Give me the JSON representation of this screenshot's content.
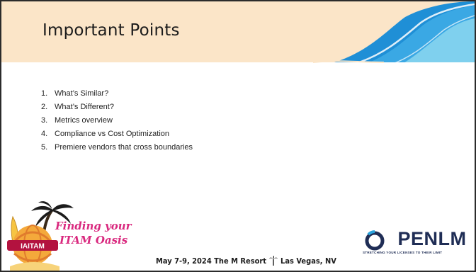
{
  "slide": {
    "title": "Important Points",
    "points": [
      {
        "num": "1.",
        "text": "What’s Similar?"
      },
      {
        "num": "2.",
        "text": "What’s Different?"
      },
      {
        "num": "3.",
        "text": "Metrics overview"
      },
      {
        "num": "4.",
        "text": "Compliance vs Cost Optimization"
      },
      {
        "num": "5.",
        "text": "Premiere vendors that cross boundaries"
      }
    ]
  },
  "logo_left": {
    "badge": "IAITAM",
    "line1": "Finding your",
    "line2": "ITAM Oasis"
  },
  "footer": {
    "event_left": "May 7-9, 2024  The M Resort",
    "event_right": "Las Vegas, NV"
  },
  "logo_right": {
    "wordmark": "OPENLM",
    "tagline": "STRETCHING YOUR LICENSES TO THEIR LIMIT"
  },
  "colors": {
    "header_bg": "#fbe5c8",
    "wave_dark": "#1f8fd6",
    "wave_light": "#7fd0ee",
    "oasis_pink": "#d9287e",
    "openlm_navy": "#1f2d55"
  }
}
